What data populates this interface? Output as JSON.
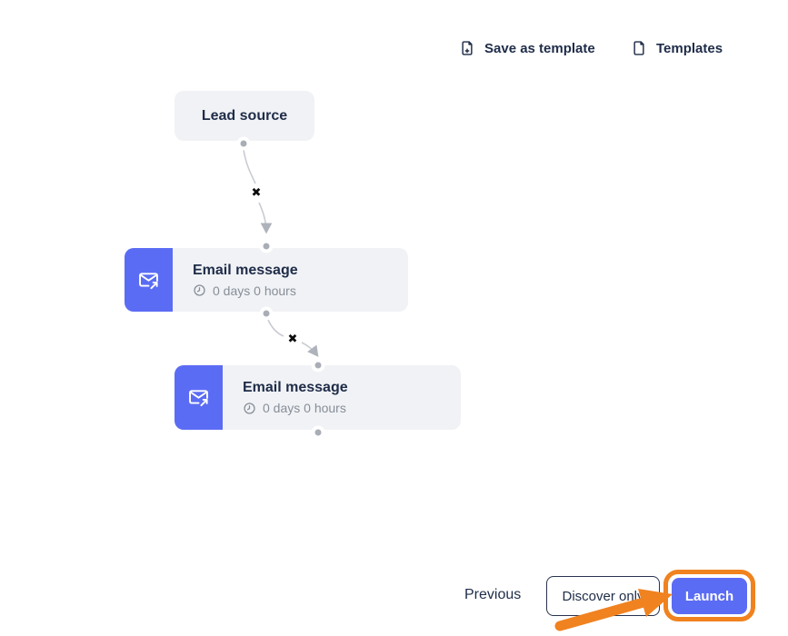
{
  "header": {
    "save_as_template_label": "Save as template",
    "templates_label": "Templates"
  },
  "flow": {
    "lead_source_label": "Lead source",
    "email_nodes": [
      {
        "title": "Email message",
        "delay": "0 days 0 hours"
      },
      {
        "title": "Email message",
        "delay": "0 days 0 hours"
      }
    ],
    "delete_icon_glyph": "✖"
  },
  "footer": {
    "previous_label": "Previous",
    "discover_only_label": "Discover only",
    "launch_label": "Launch"
  },
  "colors": {
    "accent_blue": "#5b6cf4",
    "annotation_orange": "#f0821f",
    "node_background": "#f1f2f5",
    "text_primary": "#1e2c48",
    "text_muted": "#878e99",
    "connector_gray": "#c9ccd2",
    "dot_gray": "#a9aeb6"
  }
}
